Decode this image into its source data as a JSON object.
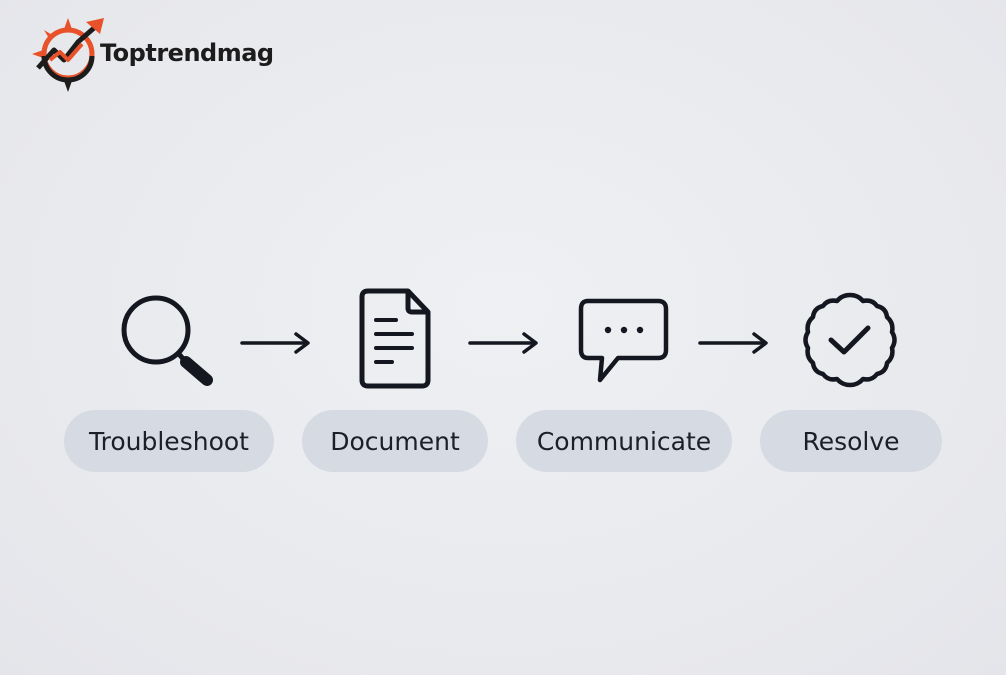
{
  "brand": {
    "name": "Toptrendmag",
    "accent_color": "#e8512a",
    "dark_color": "#1c1c1c"
  },
  "steps": [
    {
      "label": "Troubleshoot",
      "icon": "magnifier-icon"
    },
    {
      "label": "Document",
      "icon": "document-icon"
    },
    {
      "label": "Communicate",
      "icon": "speech-bubble-icon"
    },
    {
      "label": "Resolve",
      "icon": "verified-badge-icon"
    }
  ],
  "colors": {
    "background": "#eaebef",
    "pill": "#d6dbe3",
    "stroke": "#14171f"
  }
}
